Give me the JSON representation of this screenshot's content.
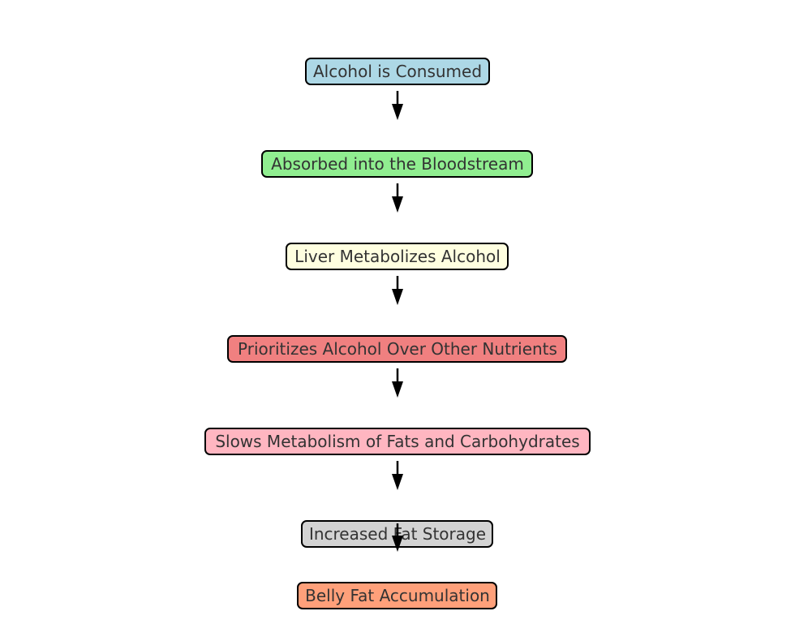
{
  "diagram": {
    "type": "flowchart",
    "direction": "top-to-bottom",
    "nodes": [
      {
        "id": "consumed",
        "label": "Alcohol is Consumed",
        "color": "#add8e6"
      },
      {
        "id": "absorbed",
        "label": "Absorbed into the Bloodstream",
        "color": "#90ee90"
      },
      {
        "id": "liver",
        "label": "Liver Metabolizes Alcohol",
        "color": "#ffffe0"
      },
      {
        "id": "prioritizes",
        "label": "Prioritizes Alcohol Over Other Nutrients",
        "color": "#f08080"
      },
      {
        "id": "slows",
        "label": "Slows Metabolism of Fats and Carbohydrates",
        "color": "#ffb6c1"
      },
      {
        "id": "storage",
        "label": "Increased Fat Storage",
        "color": "#d3d3d3"
      },
      {
        "id": "belly",
        "label": "Belly Fat Accumulation",
        "color": "#ffa07a"
      }
    ],
    "edges": [
      {
        "from": "consumed",
        "to": "absorbed"
      },
      {
        "from": "absorbed",
        "to": "liver"
      },
      {
        "from": "liver",
        "to": "prioritizes"
      },
      {
        "from": "prioritizes",
        "to": "slows"
      },
      {
        "from": "slows",
        "to": "storage"
      },
      {
        "from": "storage",
        "to": "belly"
      }
    ]
  }
}
